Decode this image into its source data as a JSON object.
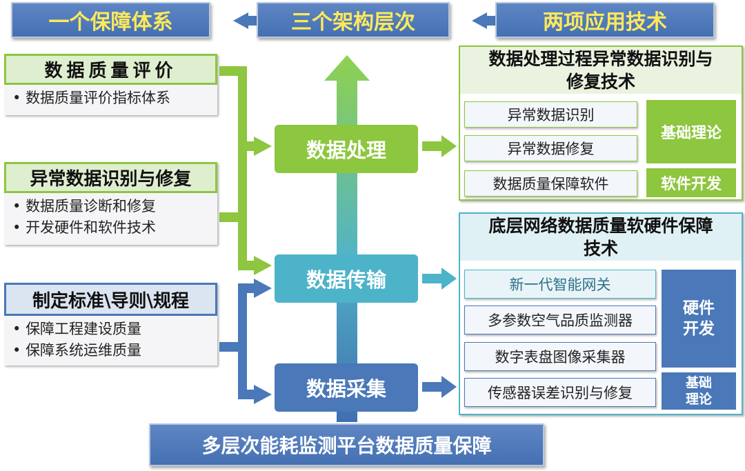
{
  "header": {
    "left": "一个保障体系",
    "middle": "三个架构层次",
    "right": "两项应用技术"
  },
  "left_panels": [
    {
      "title": "数据质量评价",
      "items": [
        "数据质量评价指标体系"
      ]
    },
    {
      "title": "异常数据识别与修复",
      "items": [
        "数据质量诊断和修复",
        "开发硬件和软件技术"
      ]
    },
    {
      "title": "制定标准\\导则\\规程",
      "items": [
        "保障工程建设质量",
        "保障系统运维质量"
      ]
    }
  ],
  "layers": {
    "processing": "数据处理",
    "transmission": "数据传输",
    "collection": "数据采集"
  },
  "bottom_title": "多层次能耗监测平台数据质量保障",
  "right_top": {
    "title_line1": "数据处理过程异常数据识别与",
    "title_line2": "修复技术",
    "items": [
      "异常数据识别",
      "异常数据修复",
      "数据质量保障软件"
    ],
    "tag_theory": "基础理论",
    "tag_software": "软件开发"
  },
  "right_bottom": {
    "title_line1": "底层网络数据质量软硬件保障",
    "title_line2": "技术",
    "items": [
      "新一代智能网关",
      "多参数空气品质监测器",
      "数字表盘图像采集器",
      "传感器误差识别与修复"
    ],
    "tag_hw_line1": "硬件",
    "tag_hw_line2": "开发",
    "tag_th_line1": "基础",
    "tag_th_line2": "理论"
  },
  "colors": {
    "green": "#8dc63f",
    "teal": "#4db3c8",
    "blue": "#4a78b8",
    "header_text": "#ffe95a"
  }
}
